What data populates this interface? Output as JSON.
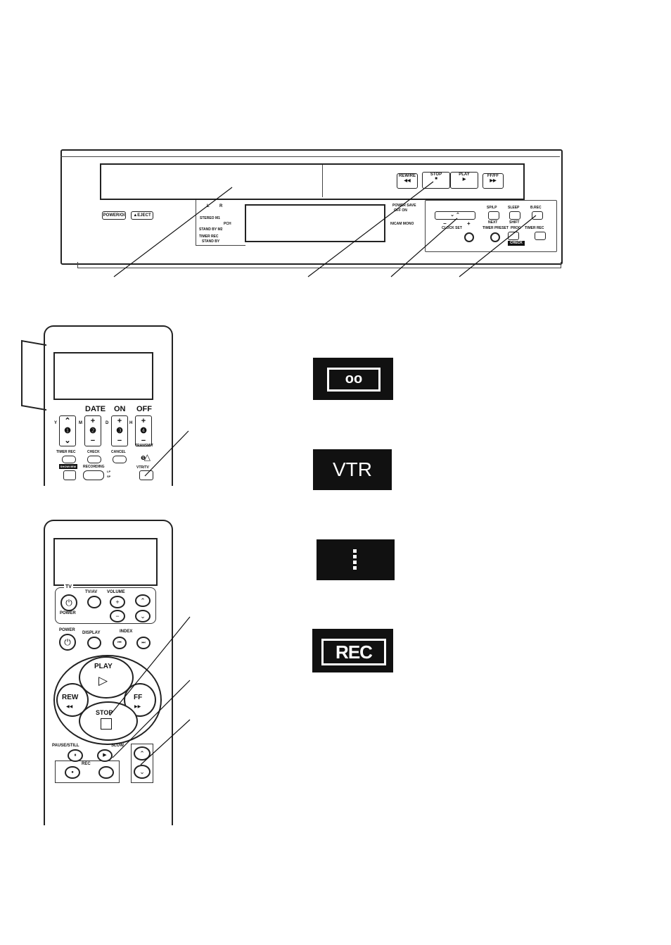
{
  "vcr": {
    "buttons": {
      "power": "POWER/OI",
      "eject": "▲EJECT",
      "rewind": "REW/RE",
      "stop": "STOP",
      "play": "PLAY",
      "ff": "FF/FF"
    },
    "indicators": {
      "l": "L",
      "r": "R",
      "stereo": "STEREO M1",
      "stand_by_m2": "STAND BY M2",
      "pch": "PCH",
      "timer_rec": "TIMER REC",
      "stand_by": "STAND BY",
      "power_save": "POWER SAVE",
      "off_on": "OFF ON",
      "nicam_mono": "NICAM MONO"
    },
    "panel": {
      "spl": "SP/LP",
      "sleep": "SLEEP",
      "brec": "B.REC",
      "next": "NEXT",
      "shift": "SHIFT",
      "clock_set": "CLOCK SET",
      "timer_preset": "TIMER PRESET",
      "prog": "PROG",
      "timer_rec": "TIMER REC",
      "check": "CHECK",
      "minus": "−",
      "plus": "+"
    }
  },
  "remote1": {
    "date": "DATE",
    "on": "ON",
    "off": "OFF",
    "y": "Y",
    "m": "M",
    "d": "D",
    "h": "H",
    "keys": [
      "❶",
      "❷",
      "❸",
      "❹"
    ],
    "timer_rec": "TIMER REC",
    "check": "CHECK",
    "cancel": "CANCEL",
    "transmit": "TRANSMIT",
    "transmit_num": "❺",
    "showview": "SHOWVIEW",
    "recording": "RECORDING",
    "lp": "LP",
    "sp": "SP",
    "vtrtv": "VTR/TV"
  },
  "remote2": {
    "tv": "TV",
    "tvav": "TV/AV",
    "volume": "VOLUME",
    "power_tv": "POWER",
    "power": "POWER",
    "display": "DISPLAY",
    "index": "INDEX",
    "play": "PLAY",
    "rew": "REW",
    "ff": "FF",
    "stop": "STOP",
    "pause": "PAUSE/STILL",
    "slow": "SLOW",
    "rec": "REC"
  },
  "displays": {
    "cassette": "oo",
    "vtr": "VTR",
    "rec": "REC"
  }
}
